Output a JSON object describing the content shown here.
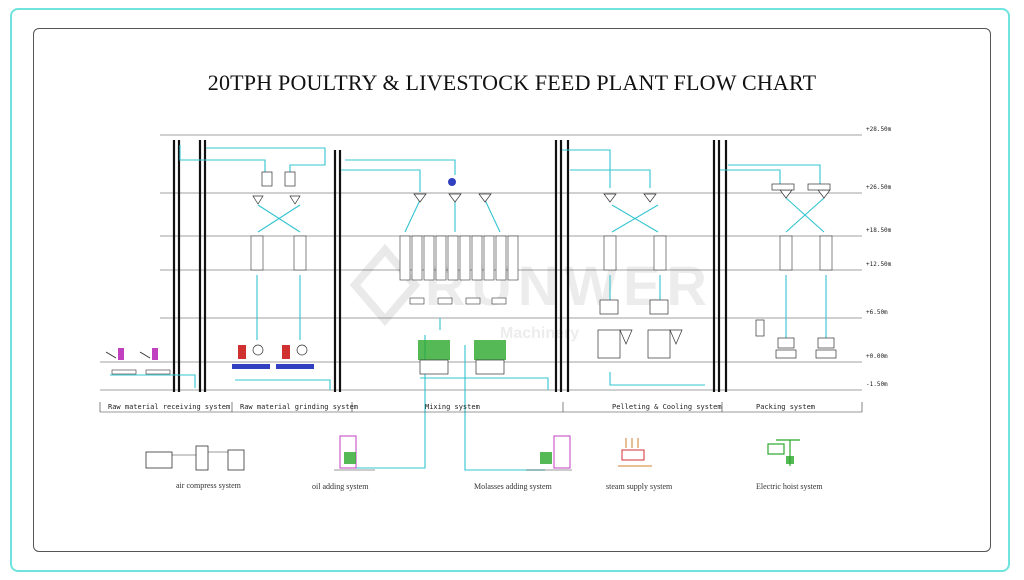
{
  "title": "20TPH POULTRY & LIVESTOCK FEED PLANT FLOW CHART",
  "watermark": {
    "brand": "RUNWER",
    "sub": "Machinery"
  },
  "levels": [
    {
      "label": "+28.50m"
    },
    {
      "label": "+26.50m"
    },
    {
      "label": "+18.50m"
    },
    {
      "label": "+12.50m"
    },
    {
      "label": "+6.50m"
    },
    {
      "label": "+0.00m"
    },
    {
      "label": "-1.50m"
    }
  ],
  "sections": [
    {
      "label": "Raw material receiving system"
    },
    {
      "label": "Raw material grinding system"
    },
    {
      "label": "Mixing system"
    },
    {
      "label": "Pelleting & Cooling system"
    },
    {
      "label": "Packing system"
    }
  ],
  "aux_systems": [
    {
      "label": "air compress system"
    },
    {
      "label": "oil adding system"
    },
    {
      "label": "Molasses adding system"
    },
    {
      "label": "steam supply system"
    },
    {
      "label": "Electric hoist system"
    }
  ],
  "colors": {
    "pipe": "#33c4d0",
    "frame": "#6fe3dd",
    "line": "#222222",
    "magenta": "#c040c0",
    "green": "#2aa82a",
    "red": "#d03030",
    "blue": "#3040c0"
  }
}
